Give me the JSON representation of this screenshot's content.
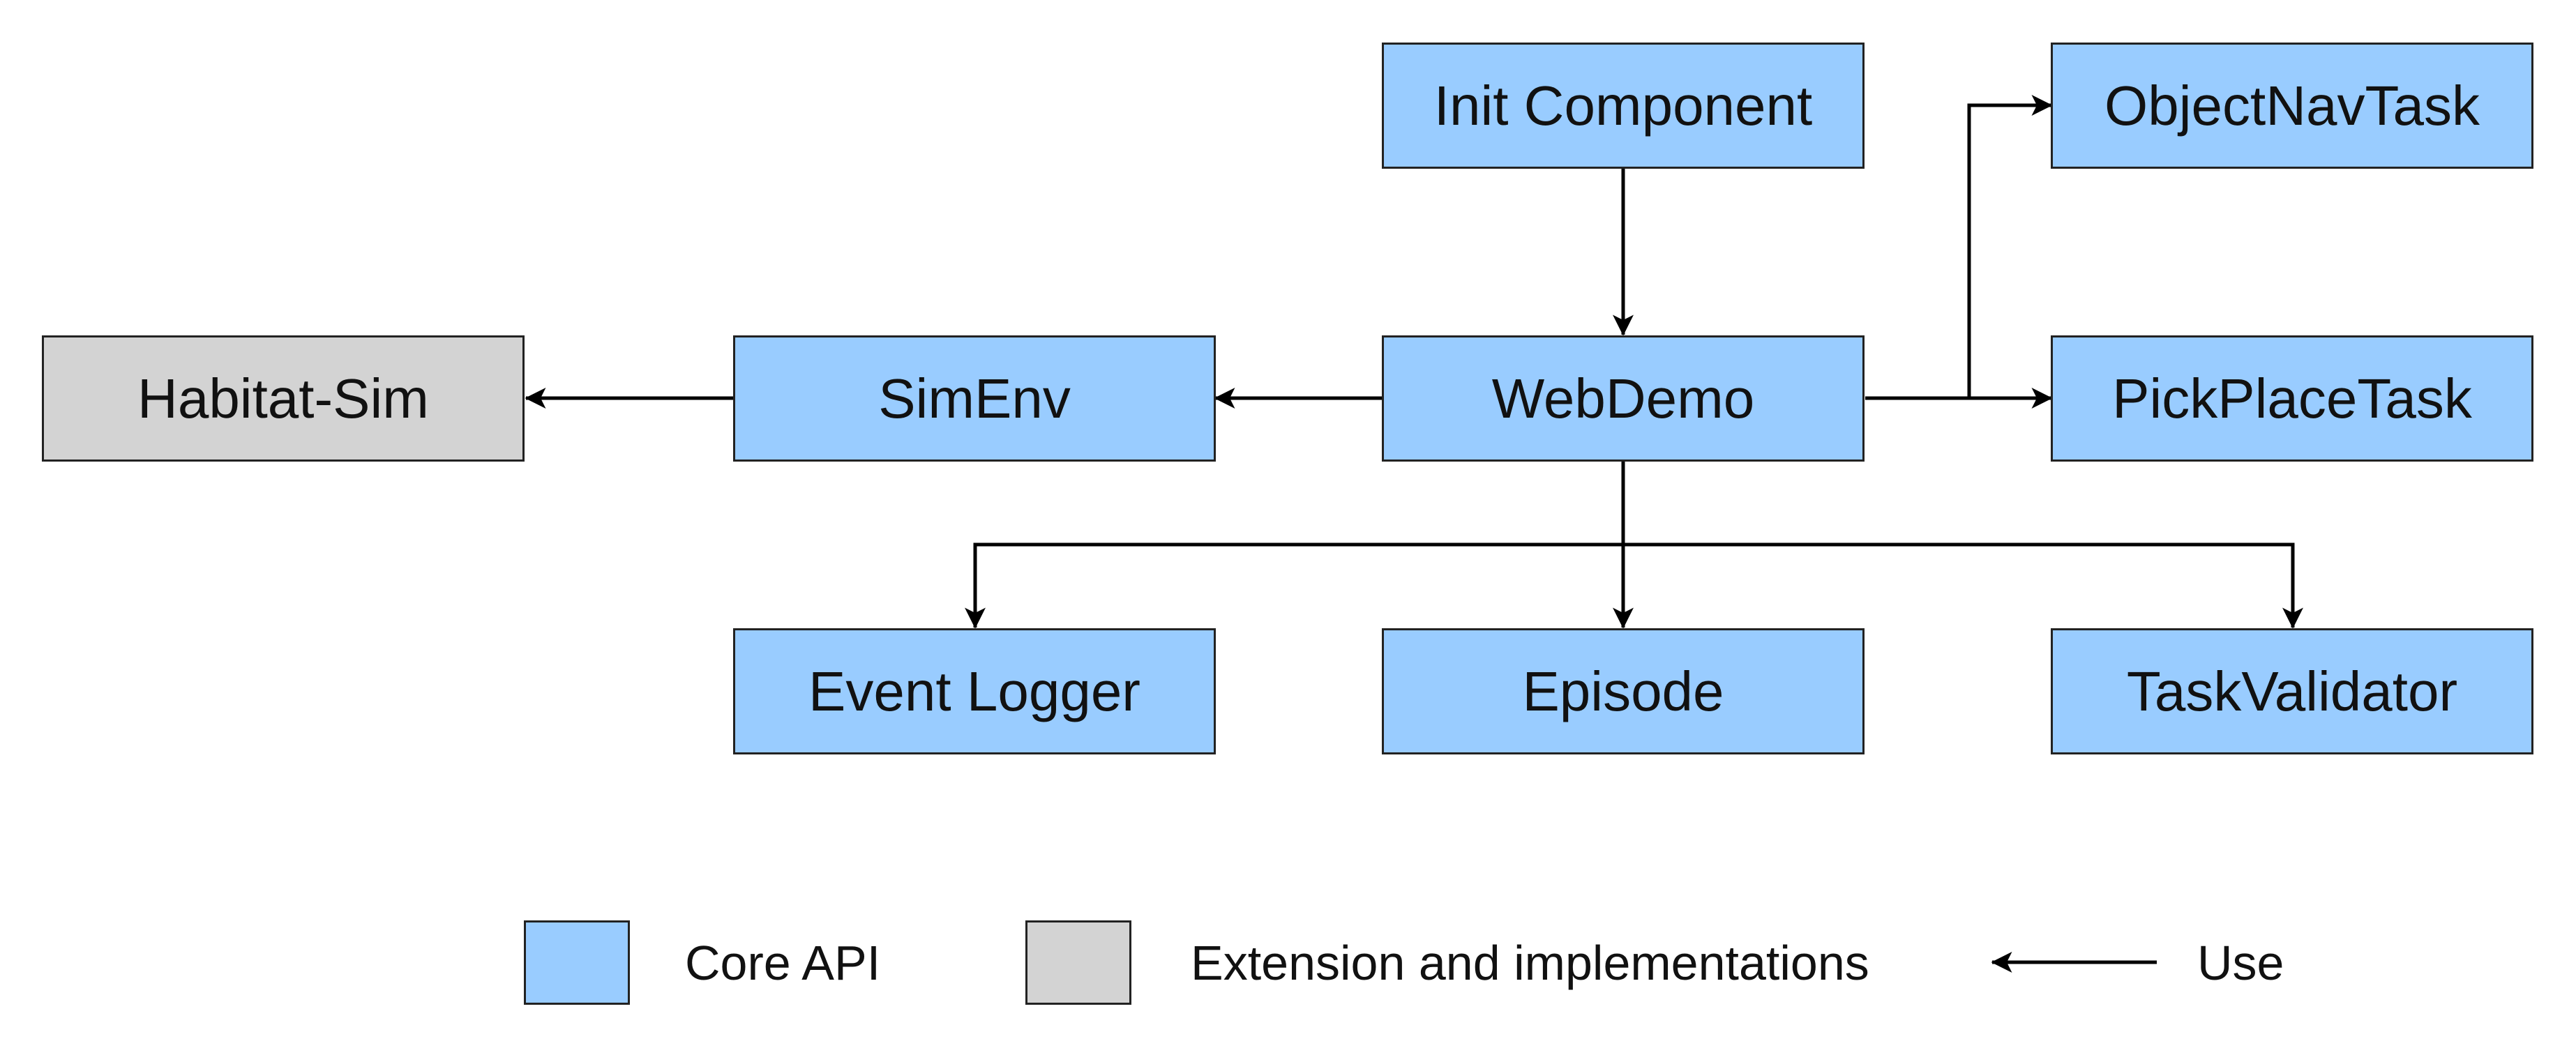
{
  "colors": {
    "core": "#99CCFF",
    "extension": "#D3D3D3",
    "stroke": "#222222",
    "edge": "#000000"
  },
  "nodes": {
    "init_component": {
      "label": "Init Component",
      "category": "core"
    },
    "webdemo": {
      "label": "WebDemo",
      "category": "core"
    },
    "simenv": {
      "label": "SimEnv",
      "category": "core"
    },
    "habitat_sim": {
      "label": "Habitat-Sim",
      "category": "extension"
    },
    "objectnavtask": {
      "label": "ObjectNavTask",
      "category": "core"
    },
    "pickplacetask": {
      "label": "PickPlaceTask",
      "category": "core"
    },
    "event_logger": {
      "label": "Event Logger",
      "category": "core"
    },
    "episode": {
      "label": "Episode",
      "category": "core"
    },
    "taskvalidator": {
      "label": "TaskValidator",
      "category": "core"
    }
  },
  "edges": [
    {
      "from": "init_component",
      "to": "webdemo",
      "type": "use"
    },
    {
      "from": "webdemo",
      "to": "simenv",
      "type": "use"
    },
    {
      "from": "simenv",
      "to": "habitat_sim",
      "type": "use"
    },
    {
      "from": "webdemo",
      "to": "objectnavtask",
      "type": "use"
    },
    {
      "from": "webdemo",
      "to": "pickplacetask",
      "type": "use"
    },
    {
      "from": "webdemo",
      "to": "event_logger",
      "type": "use"
    },
    {
      "from": "webdemo",
      "to": "episode",
      "type": "use"
    },
    {
      "from": "webdemo",
      "to": "taskvalidator",
      "type": "use"
    }
  ],
  "legend": {
    "core_label": "Core API",
    "extension_label": "Extension and implementations",
    "use_label": "Use"
  }
}
